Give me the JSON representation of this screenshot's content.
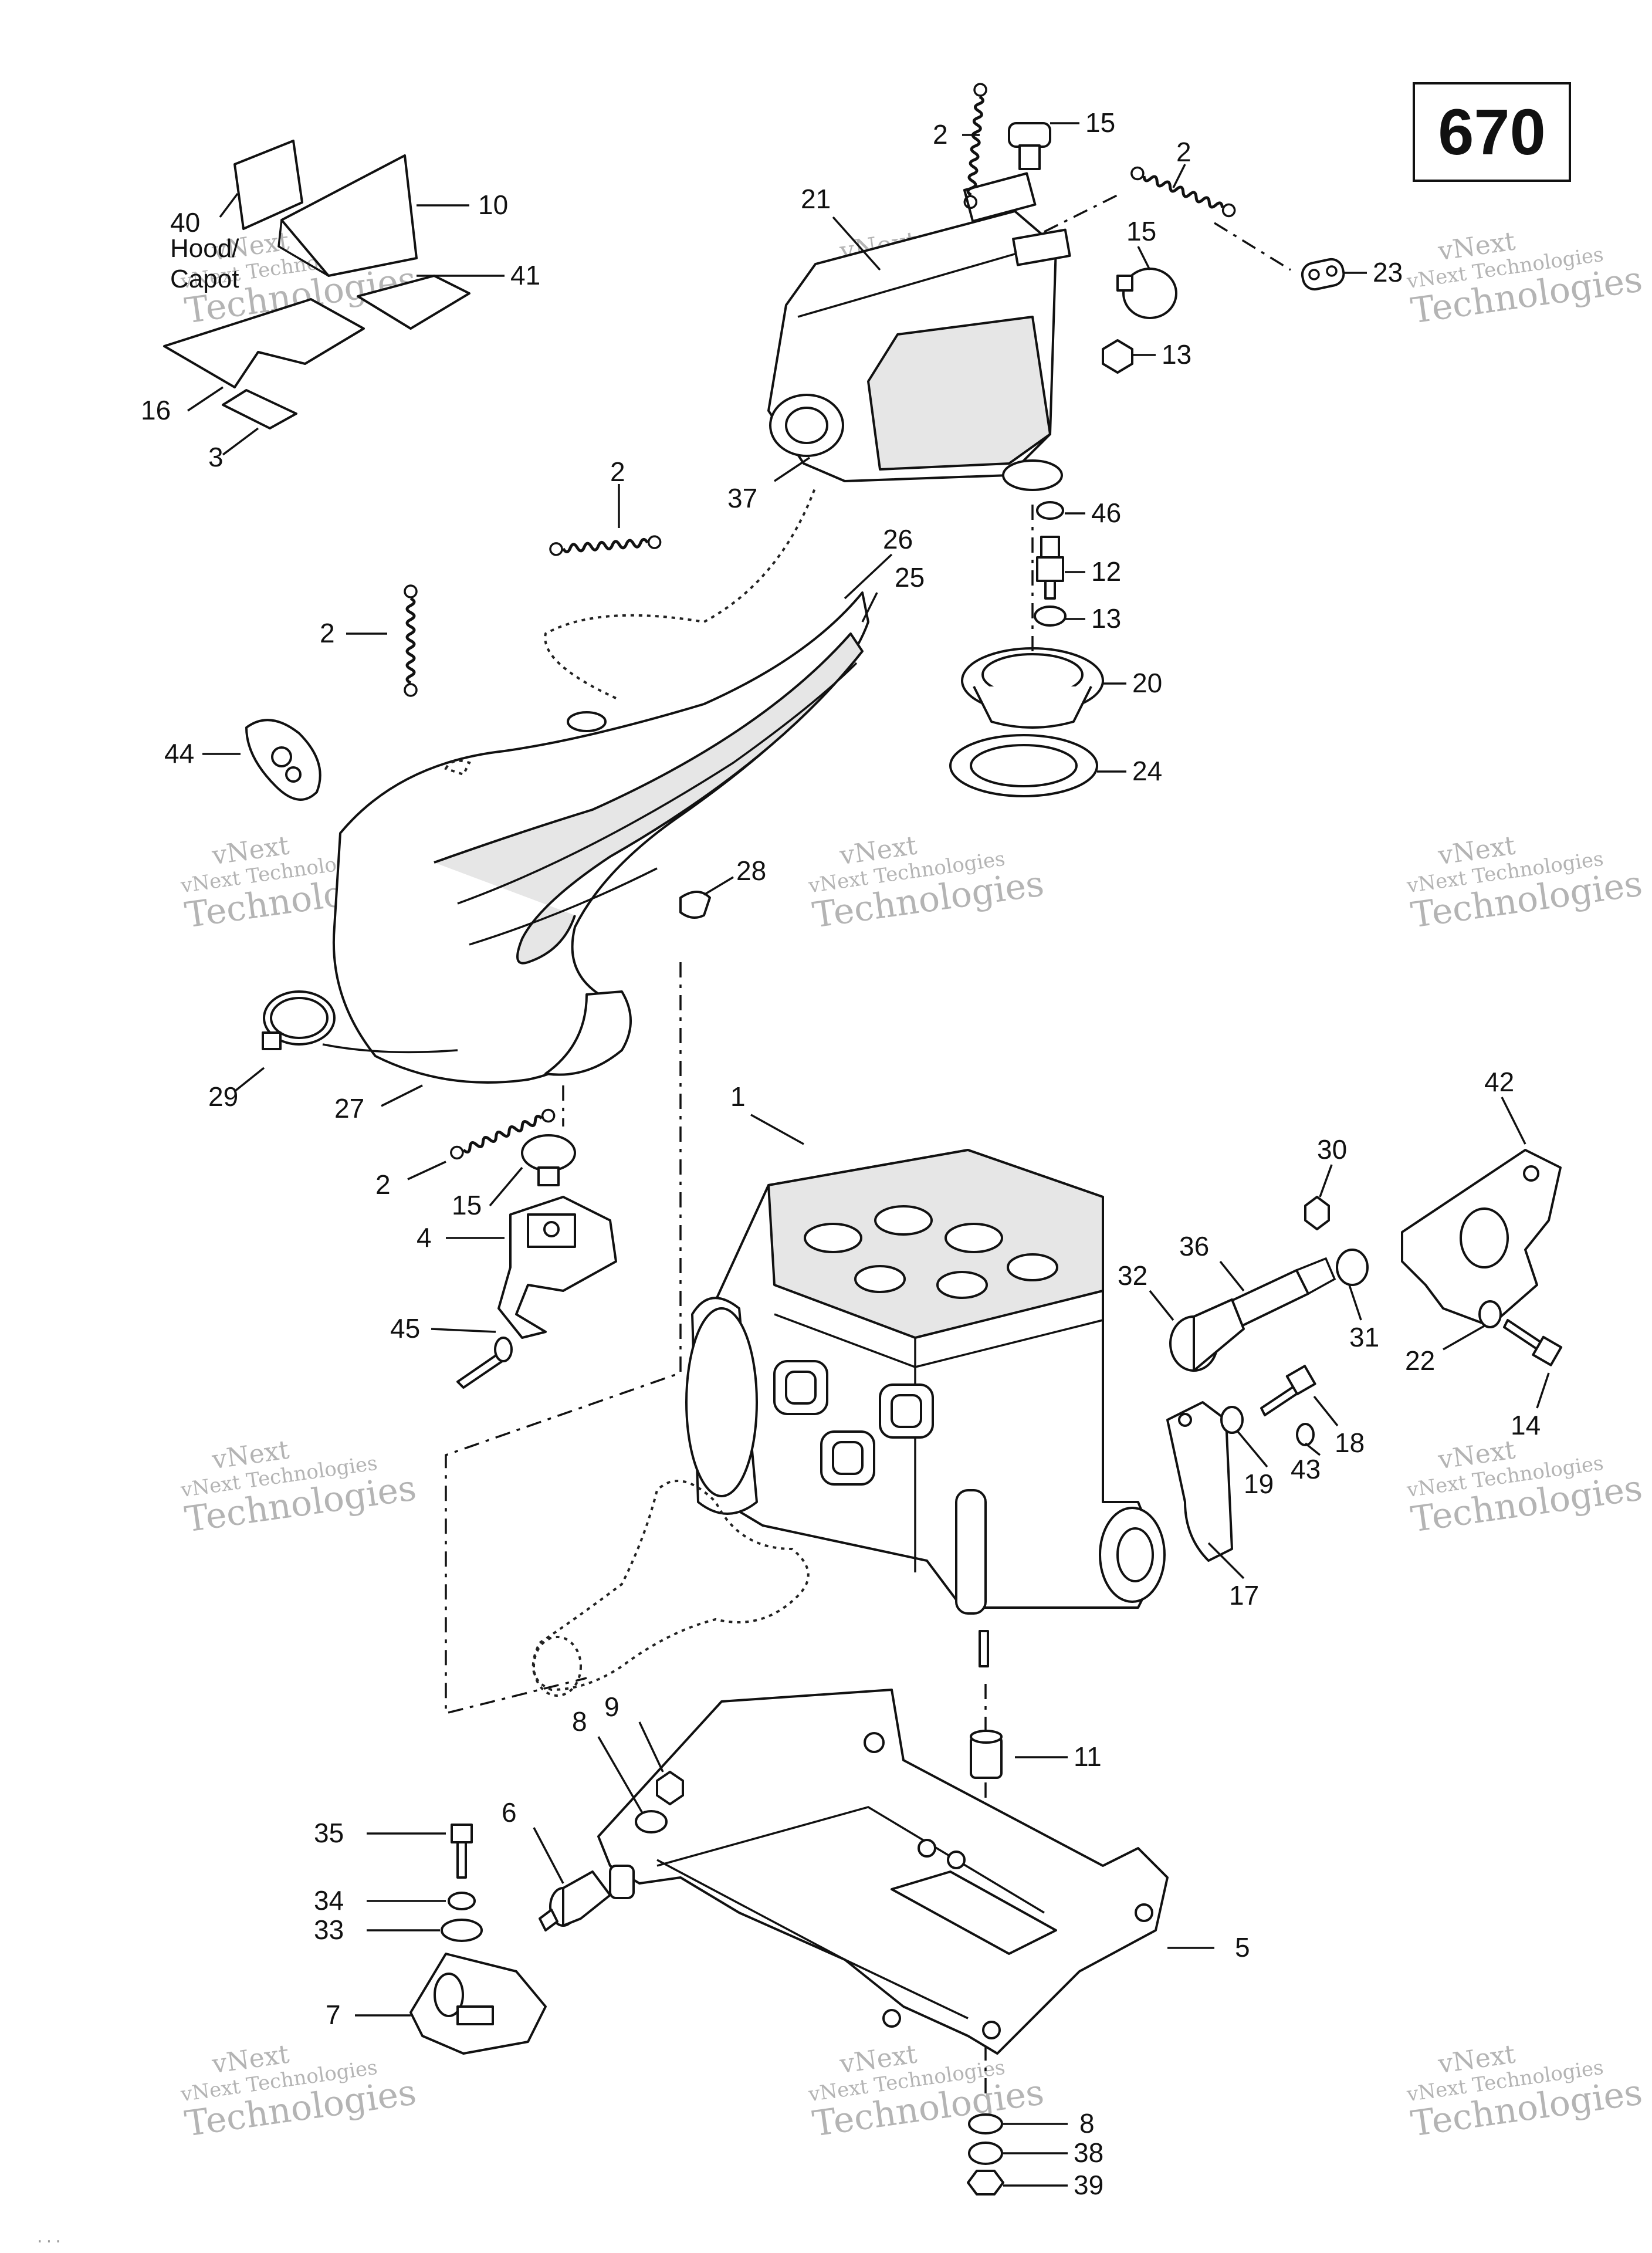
{
  "page_number": "670",
  "hood_label": {
    "line1": "Hood/",
    "line2": "Capot"
  },
  "watermark": {
    "line1": "vNext Technologies",
    "line2": "Technologies"
  },
  "watermark_tag": "vNext",
  "callouts": {
    "c1": "1",
    "c2a": "2",
    "c2b": "2",
    "c2c": "2",
    "c2d": "2",
    "c2e": "2",
    "c3": "3",
    "c4": "4",
    "c5": "5",
    "c6": "6",
    "c7": "7",
    "c8a": "8",
    "c8b": "8",
    "c9": "9",
    "c10": "10",
    "c11": "11",
    "c12": "12",
    "c13a": "13",
    "c13b": "13",
    "c14": "14",
    "c15a": "15",
    "c15b": "15",
    "c15c": "15",
    "c16": "16",
    "c17": "17",
    "c18": "18",
    "c19": "19",
    "c20": "20",
    "c21": "21",
    "c22": "22",
    "c23": "23",
    "c24": "24",
    "c25": "25",
    "c26": "26",
    "c27": "27",
    "c28": "28",
    "c29": "29",
    "c30": "30",
    "c31": "31",
    "c32": "32",
    "c33": "33",
    "c34": "34",
    "c35": "35",
    "c36": "36",
    "c37": "37",
    "c38": "38",
    "c39": "39",
    "c40": "40",
    "c41": "41",
    "c42": "42",
    "c43": "43",
    "c44": "44",
    "c45": "45",
    "c46": "46"
  },
  "footer_code": "..."
}
